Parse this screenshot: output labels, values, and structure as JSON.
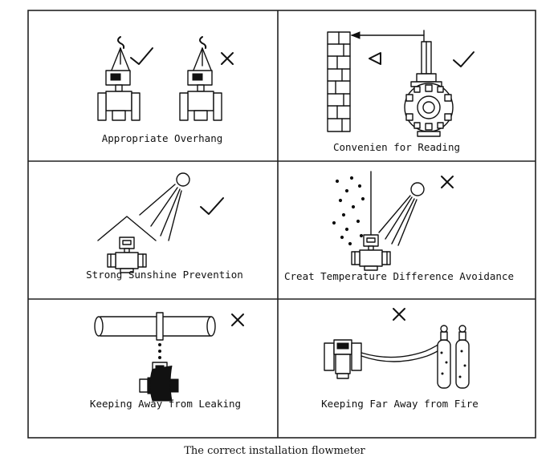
{
  "panels": [
    {
      "caption": "Appropriate Overhang",
      "marks": [
        "check",
        "cross"
      ]
    },
    {
      "caption": "Convenien for Reading",
      "marks": [
        "check"
      ]
    },
    {
      "caption": "Strong Sunshine Prevention",
      "marks": [
        "check"
      ]
    },
    {
      "caption": "Creat Temperature Difference Avoidance",
      "marks": [
        "cross"
      ]
    },
    {
      "caption": "Keeping Away from Leaking",
      "marks": [
        "cross"
      ]
    },
    {
      "caption": "Keeping Far Away from Fire",
      "marks": [
        "cross"
      ]
    }
  ],
  "figure_caption": "The correct installation flowmeter"
}
